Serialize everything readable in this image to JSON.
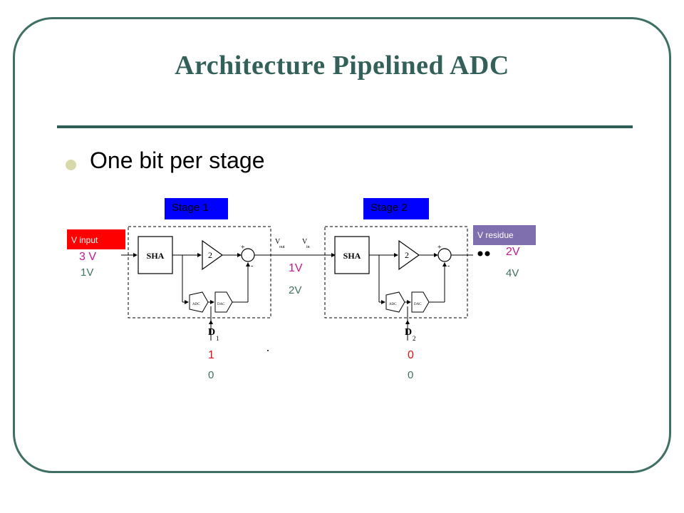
{
  "slide": {
    "title": "Architecture Pipelined ADC",
    "bullet": "One bit per stage"
  },
  "diagram": {
    "stage1_label": "Stage 1",
    "stage2_label": "Stage 2",
    "v_input_label": "V input",
    "v_residue_label": "V residue",
    "input_value_1": "3 V",
    "input_value_2": "1V",
    "mid_value_1": "1V",
    "mid_value_2": "2V",
    "residue_value_1": "2V",
    "residue_value_2": "4V",
    "d1_bit_1": "1",
    "d1_bit_2": "0",
    "d2_bit_1": "0",
    "d2_bit_2": "0",
    "block_sha": "SHA",
    "gain": "2",
    "adc_block": "ADC",
    "dac_block": "DAC",
    "d1": "D",
    "d1_sub": "1",
    "d2": "D",
    "d2_sub": "2",
    "vout_label": "V",
    "vout_sub": "out",
    "vin_label": "V",
    "vin_sub": "in"
  },
  "colors": {
    "frame": "#3f6f64",
    "title": "#33615a",
    "stage_box": "#0000ff",
    "v_input_box": "#ff0000",
    "v_residue_box": "#7f6fae",
    "magenta_values": "#c01890",
    "teal_values": "#3f6f64"
  }
}
